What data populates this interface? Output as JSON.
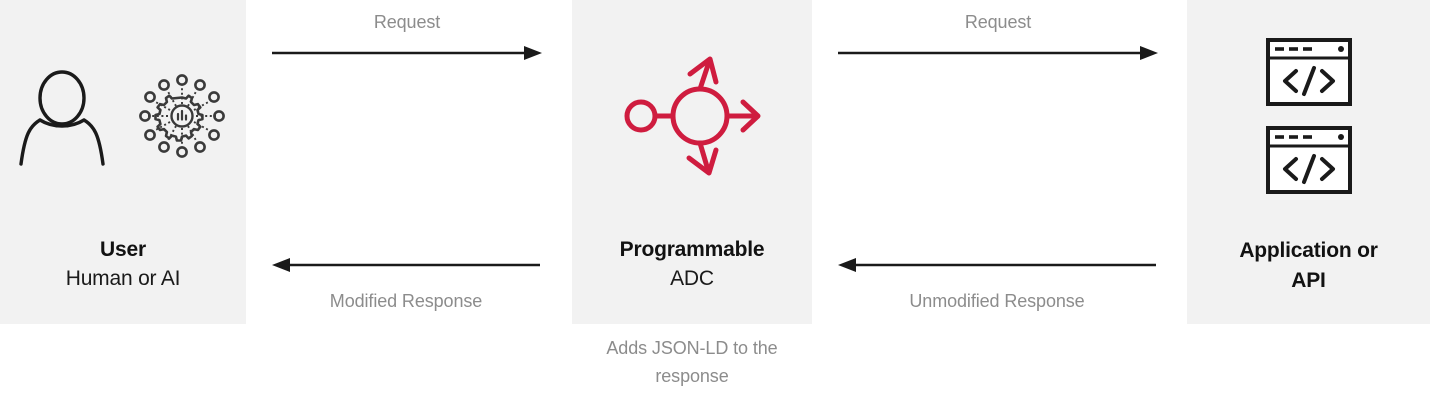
{
  "diagram": {
    "title": "Programmable ADC request/response flow",
    "background_color": "#ffffff",
    "panel_background_color": "#f2f2f2",
    "accent_color": "#cf1c3f",
    "ink_color": "#1a1a1a",
    "muted_text_color": "#8c8c8c"
  },
  "panels": [
    {
      "id": "user",
      "title": "User",
      "subtitle": "Human or AI",
      "icons": [
        "person-icon",
        "network-gear-icon"
      ]
    },
    {
      "id": "adc",
      "title": "Programmable",
      "subtitle": "ADC",
      "icons": [
        "load-balancer-arrows-icon"
      ],
      "caption_line_1": "Adds JSON-LD to the",
      "caption_line_2": "response"
    },
    {
      "id": "app",
      "title_line_1": "Application or",
      "title_line_2": "API",
      "icons": [
        "code-window-icon",
        "code-window-icon"
      ],
      "icon_glyph": "</>"
    }
  ],
  "flows": [
    {
      "id": "request-user-to-adc",
      "label": "Request",
      "direction": "right"
    },
    {
      "id": "request-adc-to-app",
      "label": "Request",
      "direction": "right"
    },
    {
      "id": "response-adc-to-user",
      "label": "Modified Response",
      "direction": "left"
    },
    {
      "id": "response-app-to-adc",
      "label": "Unmodified Response",
      "direction": "left"
    }
  ]
}
